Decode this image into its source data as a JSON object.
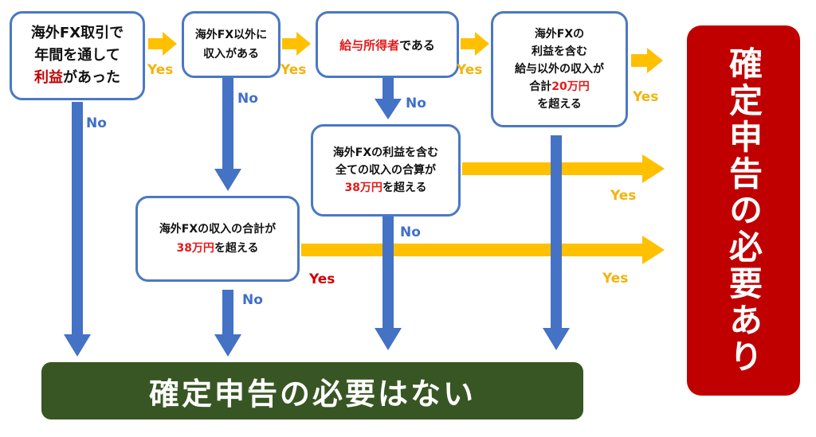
{
  "nodes": {
    "q1": {
      "line1": "海外FX取引で",
      "line2": "年間を通して",
      "line3_highlight": "利益",
      "line3_rest": "があった"
    },
    "q2": {
      "line1": "海外FX以外に",
      "line2": "収入がある"
    },
    "q3": {
      "highlight": "給与所得者",
      "rest": "である"
    },
    "q4": {
      "line1": "海外FXの",
      "line2": "利益を含む",
      "line3": "給与以外の収入が",
      "line4_pre": "合計",
      "line4_highlight": "20万円",
      "line5": "を超える"
    },
    "q5": {
      "line1": "海外FXの利益を含む",
      "line2": "全ての収入の合算が",
      "line3_highlight": "38万円",
      "line3_rest": "を超える"
    },
    "q6": {
      "line1": "海外FXの収入の合計が",
      "line2_highlight": "38万円",
      "line2_rest": "を超える"
    }
  },
  "labels": {
    "yes": "Yes",
    "no": "No"
  },
  "results": {
    "required": "確定申告の必要あり",
    "not_required": "確定申告の必要はない"
  },
  "colors": {
    "box_border": "#4a78c4",
    "arrow_no": "#4472c4",
    "arrow_yes": "#ffc000",
    "highlight": "#e21b1b",
    "result_required": "#c00000",
    "result_not_required": "#375623"
  }
}
